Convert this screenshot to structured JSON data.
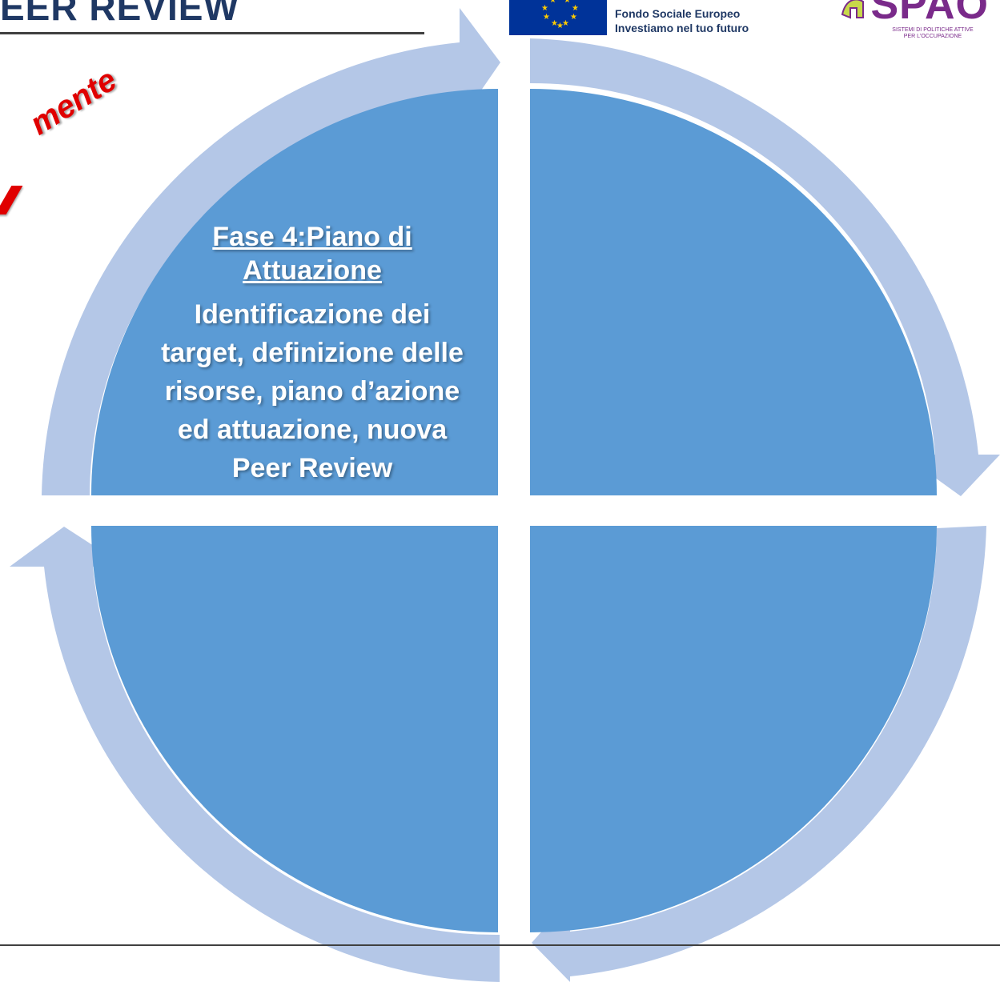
{
  "slide": {
    "title": "EER REVIEW",
    "side_word": "mente"
  },
  "header": {
    "eu_caption_line1": "Fondo Sociale Europeo",
    "eu_caption_line2": "Investiamo nel tuo futuro",
    "spao_name": "SPAO",
    "spao_tagline_line1": "SISTEMI DI POLITICHE ATTIVE",
    "spao_tagline_line2": "PER L'OCCUPAZIONE"
  },
  "cycle": {
    "phase_4": {
      "title_line1": "Fase 4:Piano di",
      "title_line2": "Attuazione",
      "desc_line1": "Identificazione dei",
      "desc_line2": "target, definizione delle",
      "desc_line3": "risorse, piano d’azione",
      "desc_line4": "ed attuazione, nuova",
      "desc_line5": "Peer Review"
    }
  },
  "colors": {
    "quadrant_fill": "#5b9bd5",
    "arrow_fill": "#b4c7e7",
    "title_color": "#1f3864",
    "side_word_color": "#e00000"
  }
}
